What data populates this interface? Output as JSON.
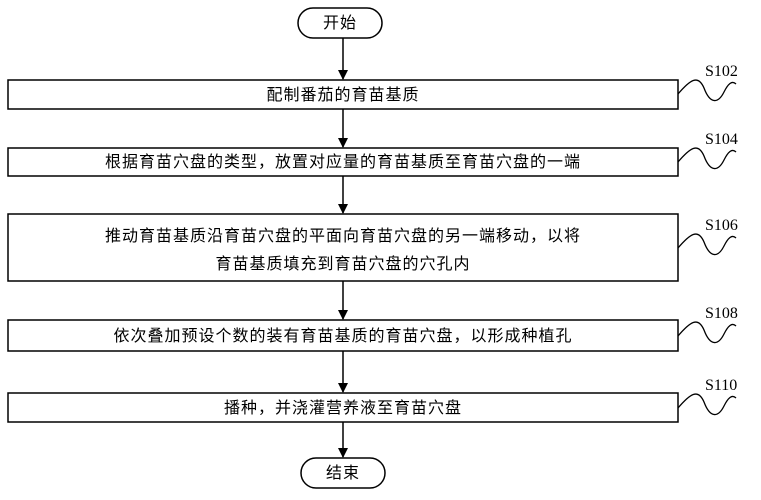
{
  "flowchart": {
    "start": "开始",
    "end": "结束",
    "steps": [
      {
        "id": "S102",
        "lines": [
          "配制番茄的育苗基质"
        ]
      },
      {
        "id": "S104",
        "lines": [
          "根据育苗穴盘的类型，放置对应量的育苗基质至育苗穴盘的一端"
        ]
      },
      {
        "id": "S106",
        "lines": [
          "推动育苗基质沿育苗穴盘的平面向育苗穴盘的另一端移动，以将",
          "育苗基质填充到育苗穴盘的穴孔内"
        ]
      },
      {
        "id": "S108",
        "lines": [
          "依次叠加预设个数的装有育苗基质的育苗穴盘，以形成种植孔"
        ]
      },
      {
        "id": "S110",
        "lines": [
          "播种，并浇灌营养液至育苗穴盘"
        ]
      }
    ]
  }
}
